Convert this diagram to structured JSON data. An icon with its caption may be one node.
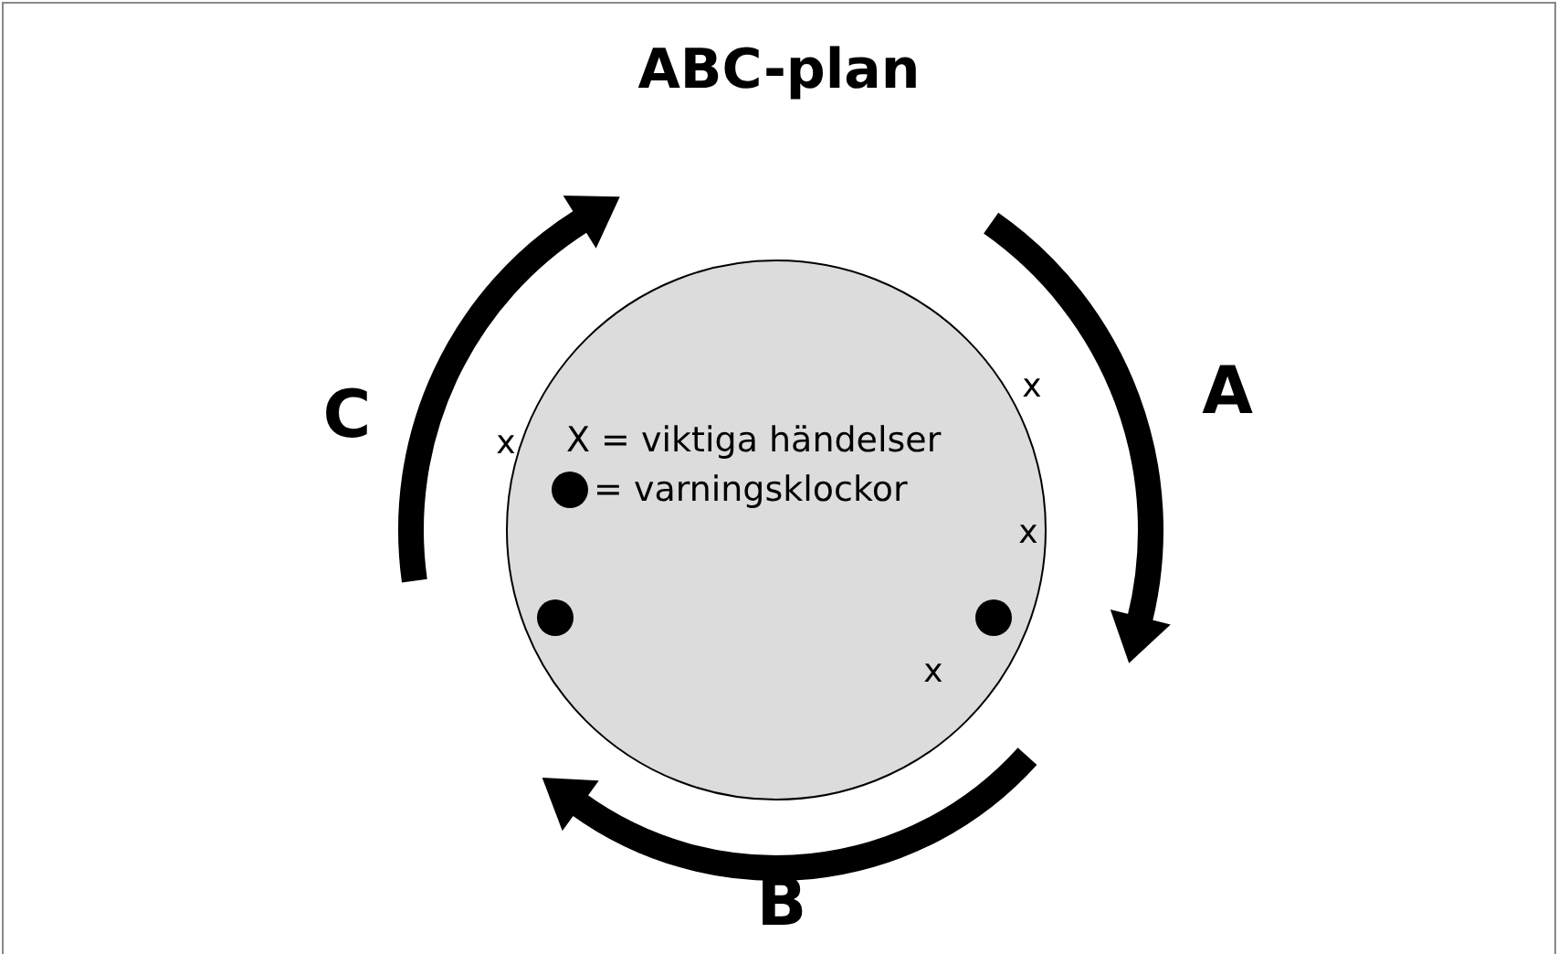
{
  "diagram": {
    "title": "ABC-plan",
    "nodes": [
      {
        "text": [
          "X = viktiga händelser",
          "= varningsklockor"
        ]
      }
    ],
    "edges": [],
    "labels": [
      "A",
      "B",
      "C",
      "x",
      "x",
      "x",
      "x"
    ]
  }
}
